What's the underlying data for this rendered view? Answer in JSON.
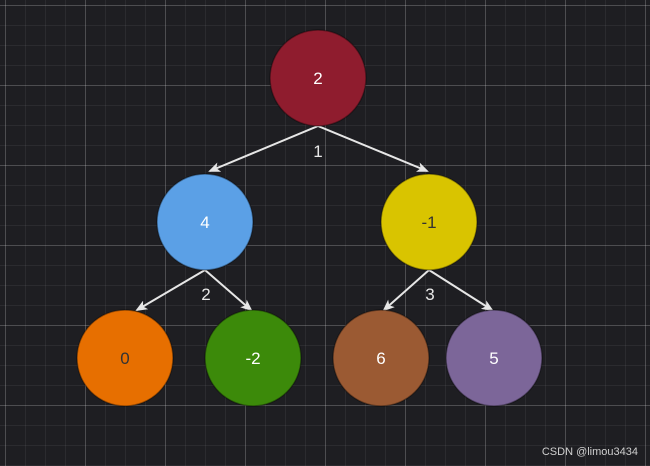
{
  "nodes": [
    {
      "label": "2",
      "fill": "#8f1c2e",
      "text_color": "#ffffff"
    },
    {
      "label": "4",
      "fill": "#5ba0e6",
      "text_color": "#ffffff"
    },
    {
      "label": "-1",
      "fill": "#d9c400",
      "text_color": "#333333"
    },
    {
      "label": "0",
      "fill": "#e76f00",
      "text_color": "#333333"
    },
    {
      "label": "-2",
      "fill": "#3c8a0a",
      "text_color": "#ffffff"
    },
    {
      "label": "6",
      "fill": "#9b5a33",
      "text_color": "#ffffff"
    },
    {
      "label": "5",
      "fill": "#7c6699",
      "text_color": "#ffffff"
    }
  ],
  "edge_labels": [
    "1",
    "2",
    "3"
  ],
  "watermark": "CSDN @limou3434",
  "colors": {
    "edge": "#e6e6e6",
    "background": "#1e1e22"
  }
}
